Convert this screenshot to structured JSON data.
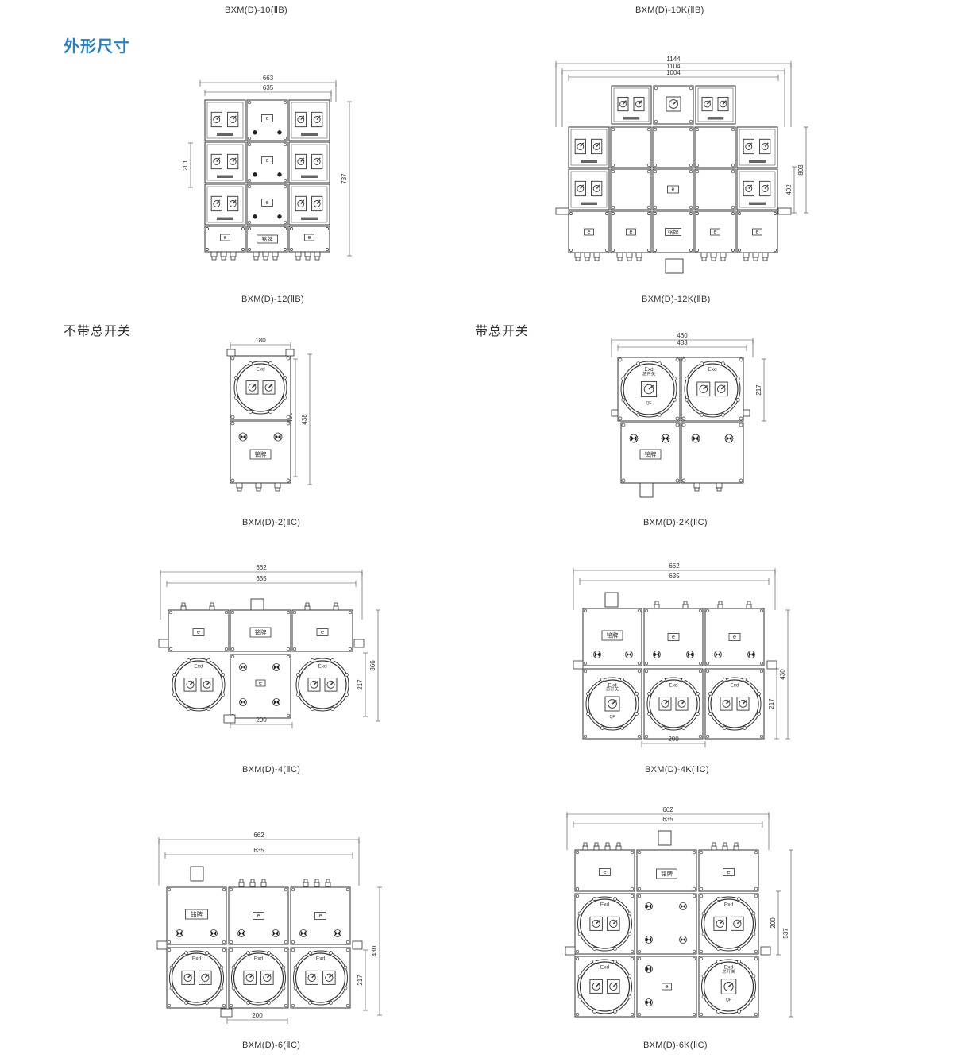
{
  "header": {
    "section_title": "外形尺寸",
    "top_captions": [
      "BXM(D)-10(ⅡB)",
      "BXM(D)-10K(ⅡB)"
    ]
  },
  "subheads": {
    "no_main_switch": "不带总开关",
    "with_main_switch": "带总开关"
  },
  "captions": {
    "d12": "BXM(D)-12(ⅡB)",
    "d12k": "BXM(D)-12K(ⅡB)",
    "d2": "BXM(D)-2(ⅡC)",
    "d2k": "BXM(D)-2K(ⅡC)",
    "d4": "BXM(D)-4(ⅡC)",
    "d4k": "BXM(D)-4K(ⅡC)",
    "d6": "BXM(D)-6(ⅡC)",
    "d6k": "BXM(D)-6K(ⅡC)"
  },
  "labels": {
    "exd": "Exd",
    "nameplate": "铭牌",
    "e": "e",
    "main_switch": "总开关",
    "qf": "QF"
  },
  "dims": {
    "d12": {
      "w1": "663",
      "w2": "635",
      "h1": "737",
      "h2": "201"
    },
    "d12k": {
      "w1": "1144",
      "w2": "1104",
      "w3": "1004",
      "h1": "803",
      "h2": "402"
    },
    "d2": {
      "w": "180",
      "h1": "438",
      "h2": "400"
    },
    "d2k": {
      "w1": "460",
      "w2": "433",
      "h": "217"
    },
    "d4": {
      "w1": "662",
      "w2": "635",
      "h1": "366",
      "h2": "217",
      "p": "200"
    },
    "d4k": {
      "w1": "662",
      "w2": "635",
      "h1": "430",
      "h2": "217",
      "p": "200"
    },
    "d6": {
      "w1": "662",
      "w2": "635",
      "h1": "430",
      "h2": "217",
      "p": "200"
    },
    "d6k": {
      "w1": "662",
      "w2": "635",
      "h1": "537",
      "h2": "200"
    }
  }
}
